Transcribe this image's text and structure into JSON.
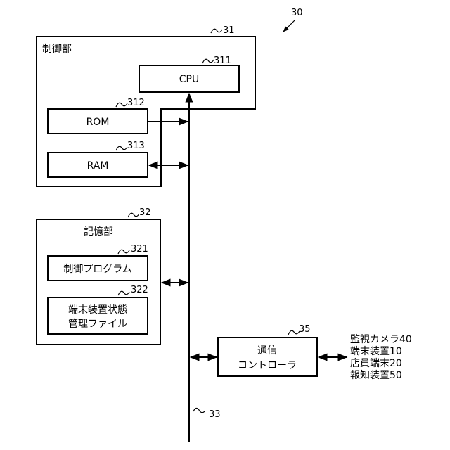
{
  "figure_ref": "30",
  "control_unit": {
    "ref": "31",
    "label": "制御部"
  },
  "cpu": {
    "ref": "311",
    "label": "CPU"
  },
  "rom": {
    "ref": "312",
    "label": "ROM"
  },
  "ram": {
    "ref": "313",
    "label": "RAM"
  },
  "storage_unit": {
    "ref": "32",
    "label": "記憶部"
  },
  "control_program": {
    "ref": "321",
    "label": "制御プログラム"
  },
  "status_file": {
    "ref": "322",
    "label_line1": "端末装置状態",
    "label_line2": "管理ファイル"
  },
  "comm_controller": {
    "ref": "35",
    "label_line1": "通信",
    "label_line2": "コントローラ"
  },
  "bus": {
    "ref": "33"
  },
  "external_devices": [
    "監視カメラ40",
    "端末装置10",
    "店員端末20",
    "報知装置50"
  ]
}
